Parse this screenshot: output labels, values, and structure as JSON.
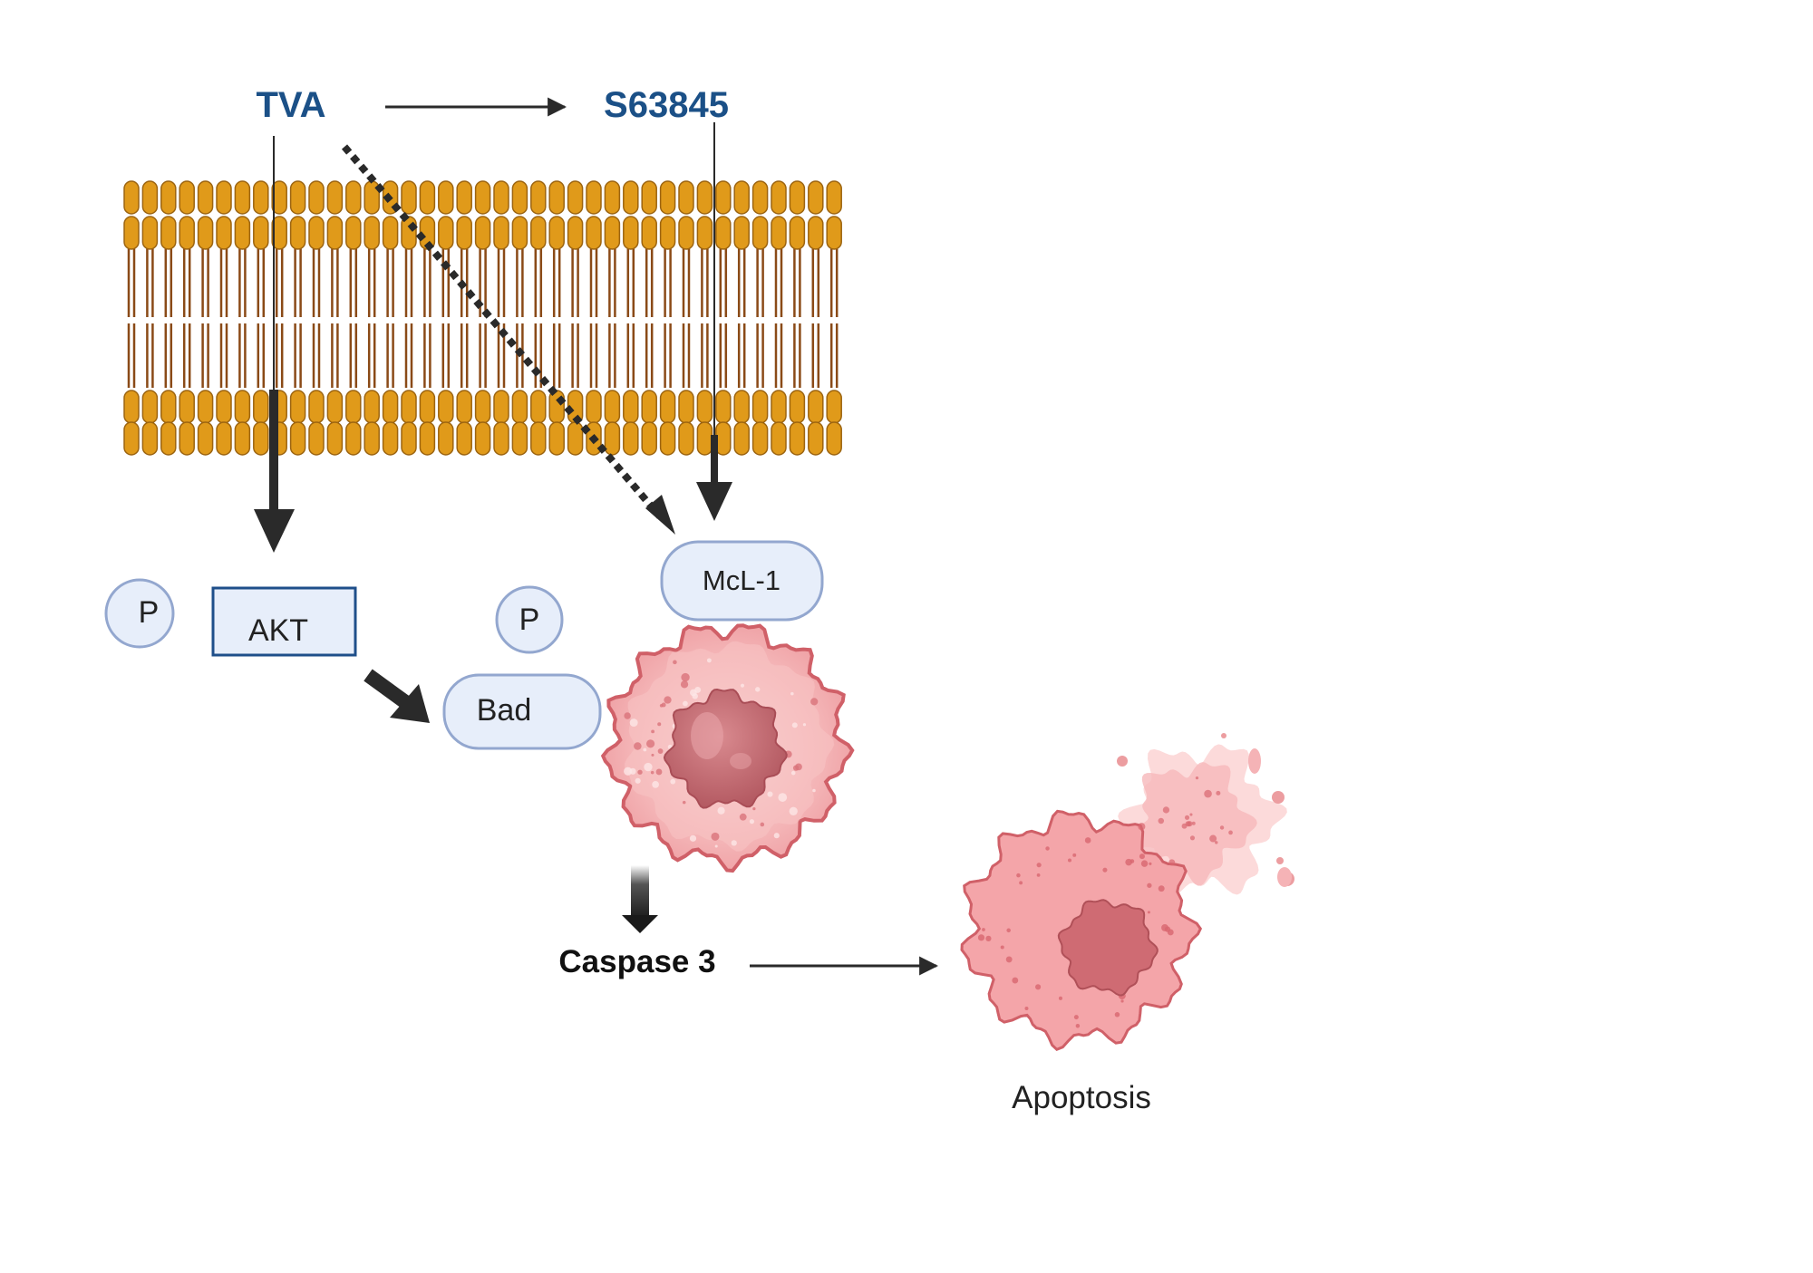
{
  "labels": {
    "tva": "TVA",
    "s63845": "S63845",
    "akt": "AKT",
    "mcl1": "McL-1",
    "bad": "Bad",
    "phospho": "P",
    "caspase3": "Caspase 3",
    "apoptosis": "Apoptosis"
  },
  "colors": {
    "drug_text": "#1b5087",
    "lipid_head": "#e09a1a",
    "lipid_head_stroke": "#9c6410",
    "lipid_tail": "#8a4a17",
    "pill_fill": "#e7eefa",
    "pill_stroke": "#93a7cf",
    "akt_stroke": "#1f4f8a",
    "arrow": "#2a2a2a",
    "cell_body": "#f2a6aa",
    "cell_nucleus": "#c96a70",
    "cell_outline": "#d06068"
  },
  "icons": {
    "membrane": "lipid-bilayer-icon",
    "cancer_cell": "cancer-cell-icon",
    "apoptotic_cell": "apoptotic-cell-icon"
  }
}
